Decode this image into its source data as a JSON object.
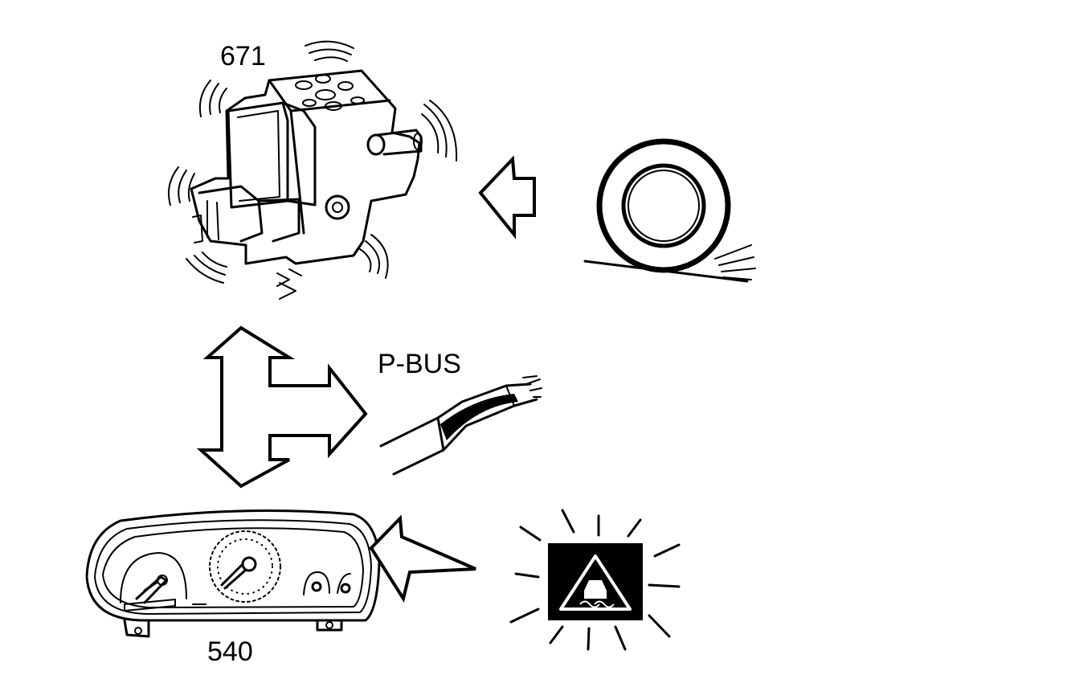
{
  "labels": {
    "hydraulic_unit": "671",
    "bus": "P-BUS",
    "instrument_cluster": "540"
  },
  "colors": {
    "line": "#000000",
    "background": "#ffffff",
    "warning_panel": "#000000"
  },
  "icons": [
    "abs-hydraulic-unit-icon",
    "wheel-skid-icon",
    "bus-cable-icon",
    "instrument-cluster-icon",
    "skid-warning-lamp-icon"
  ]
}
